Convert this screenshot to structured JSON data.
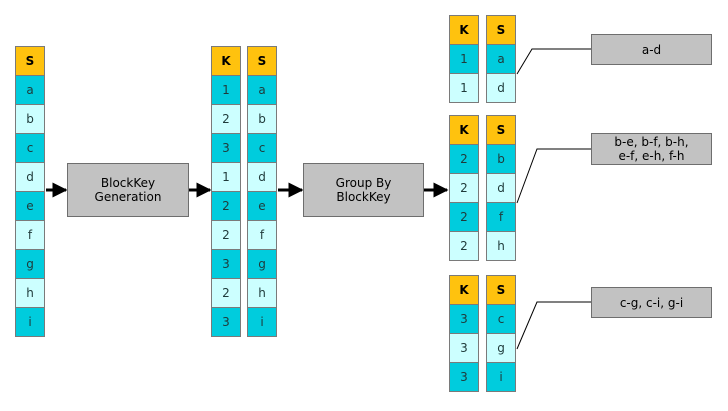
{
  "colors": {
    "header": "#ffc20e",
    "cell_dark": "#00ccdd",
    "cell_light": "#ccffff",
    "process": "#c2c2c2"
  },
  "input": {
    "header": "S",
    "values": [
      "a",
      "b",
      "c",
      "d",
      "e",
      "f",
      "g",
      "h",
      "i"
    ]
  },
  "blockkey_box": {
    "label": "BlockKey\nGeneration"
  },
  "keyed": {
    "key_header": "K",
    "keys": [
      "1",
      "2",
      "3",
      "1",
      "2",
      "2",
      "3",
      "2",
      "3"
    ],
    "val_header": "S",
    "values": [
      "a",
      "b",
      "c",
      "d",
      "e",
      "f",
      "g",
      "h",
      "i"
    ]
  },
  "groupby_box": {
    "label": "Group By\nBlockKey"
  },
  "groups": [
    {
      "key_header": "K",
      "keys": [
        "1",
        "1"
      ],
      "val_header": "S",
      "values": [
        "a",
        "d"
      ],
      "pairs": "a-d"
    },
    {
      "key_header": "K",
      "keys": [
        "2",
        "2",
        "2",
        "2"
      ],
      "val_header": "S",
      "values": [
        "b",
        "d",
        "f",
        "h"
      ],
      "pairs": "b-e, b-f, b-h,\ne-f, e-h, f-h"
    },
    {
      "key_header": "K",
      "keys": [
        "3",
        "3",
        "3"
      ],
      "val_header": "S",
      "values": [
        "c",
        "g",
        "i"
      ],
      "pairs": "c-g, c-i, g-i"
    }
  ]
}
